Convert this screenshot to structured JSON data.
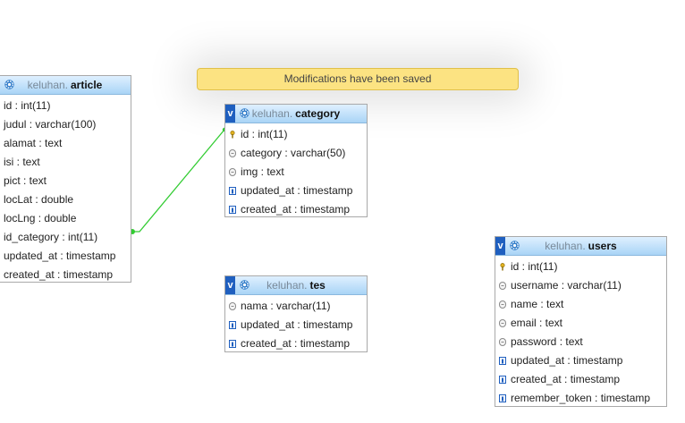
{
  "notification": "Modifications have been saved",
  "tables": {
    "article": {
      "db": "keluhan.",
      "name": "article",
      "columns": [
        "id : int(11)",
        "judul : varchar(100)",
        "alamat : text",
        "isi : text",
        "pict : text",
        "locLat : double",
        "locLng : double",
        "id_category : int(11)",
        "updated_at : timestamp",
        "created_at : timestamp"
      ]
    },
    "category": {
      "db": "keluhan.",
      "name": "category",
      "columns": [
        "id : int(11)",
        "category : varchar(50)",
        "img : text",
        "updated_at : timestamp",
        "created_at : timestamp"
      ]
    },
    "tes": {
      "db": "keluhan.",
      "name": "tes",
      "columns": [
        "nama : varchar(11)",
        "updated_at : timestamp",
        "created_at : timestamp"
      ]
    },
    "users": {
      "db": "keluhan.",
      "name": "users",
      "columns": [
        "id : int(11)",
        "username : varchar(11)",
        "name : text",
        "email : text",
        "password : text",
        "updated_at : timestamp",
        "created_at : timestamp",
        "remember_token : timestamp"
      ]
    }
  },
  "colors": {
    "relation_line": "#33cc33",
    "header_top": "#dff0ff",
    "header_bottom": "#a9d4f6",
    "notice_bg": "#fce382"
  }
}
